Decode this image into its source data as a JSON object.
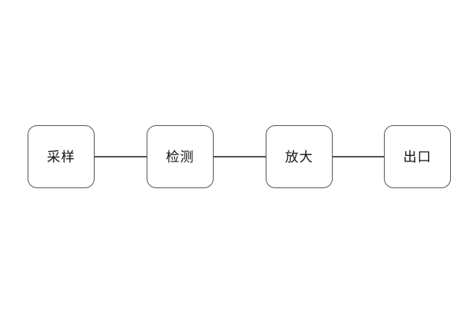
{
  "diagram": {
    "type": "flowchart",
    "orientation": "horizontal",
    "background_color": "#ffffff",
    "node_border_color": "#595959",
    "node_fill_color": "#ffffff",
    "node_text_color": "#141414",
    "connector_color": "#555555",
    "nodes": [
      {
        "id": "sampling",
        "label": "采样"
      },
      {
        "id": "detection",
        "label": "检测"
      },
      {
        "id": "amplification",
        "label": "放大"
      },
      {
        "id": "outlet",
        "label": "出口"
      }
    ],
    "edges": [
      {
        "from": "sampling",
        "to": "detection"
      },
      {
        "from": "detection",
        "to": "amplification"
      },
      {
        "from": "amplification",
        "to": "outlet"
      }
    ]
  }
}
